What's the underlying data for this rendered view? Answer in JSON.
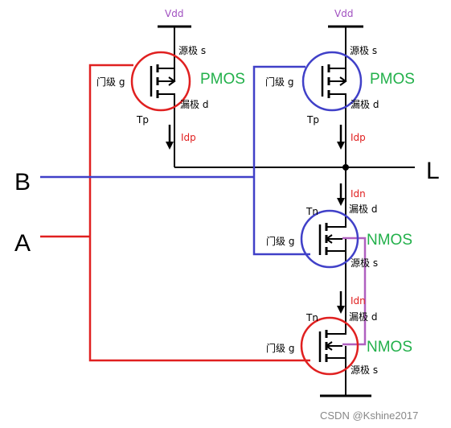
{
  "colors": {
    "wire_black": "#000000",
    "wire_red": "#e02020",
    "wire_blue": "#4040c8",
    "wire_purple": "#b060c0",
    "circle_red": "#e02020",
    "circle_blue": "#4040c8",
    "type_green": "#22b04a",
    "current_red": "#e02020",
    "vdd_purple": "#a050c0",
    "watermark": "#888888"
  },
  "inputs": {
    "a": "A",
    "b": "B"
  },
  "output": "L",
  "supply": {
    "vdd_left": "Vdd",
    "vdd_right": "Vdd"
  },
  "transistors": {
    "pmos_left": {
      "type_label": "PMOS",
      "name": "Tp",
      "gate": "门级 g",
      "source": "源极 s",
      "drain": "漏极 d",
      "current": "Idp",
      "circle": "red"
    },
    "pmos_right": {
      "type_label": "PMOS",
      "name": "Tp",
      "gate": "门级 g",
      "source": "源极 s",
      "drain": "漏极 d",
      "current": "Idp",
      "circle": "blue"
    },
    "nmos_top": {
      "type_label": "NMOS",
      "name": "Tn",
      "gate": "门级 g",
      "source": "源极 s",
      "drain": "漏极 d",
      "current": "Idn",
      "circle": "blue"
    },
    "nmos_bottom": {
      "type_label": "NMOS",
      "name": "Tn",
      "gate": "门级 g",
      "source": "源极 s",
      "drain": "漏极 d",
      "current": "Idn",
      "circle": "red"
    }
  },
  "watermark": "CSDN @Kshine2017"
}
